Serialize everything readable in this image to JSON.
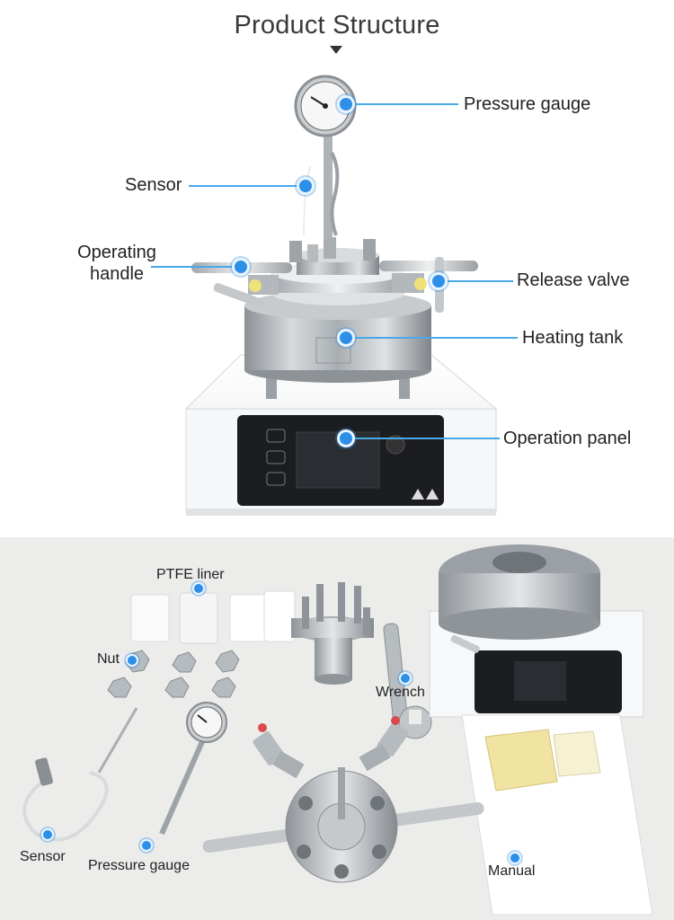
{
  "title": "Product Structure",
  "structure_labels": {
    "pressure_gauge": "Pressure gauge",
    "sensor": "Sensor",
    "operating_handle_line1": "Operating",
    "operating_handle_line2": "handle",
    "release_valve": "Release valve",
    "heating_tank": "Heating tank",
    "operation_panel": "Operation panel"
  },
  "parts_labels": {
    "ptfe_liner": "PTFE liner",
    "nut": "Nut",
    "wrench": "Wrench",
    "sensor": "Sensor",
    "pressure_gauge": "Pressure gauge",
    "manual": "Manual"
  },
  "colors": {
    "accent": "#2d8fe8",
    "line": "#49a9e8",
    "steel": "#b7bcc0",
    "panel": "#1b1d20"
  }
}
